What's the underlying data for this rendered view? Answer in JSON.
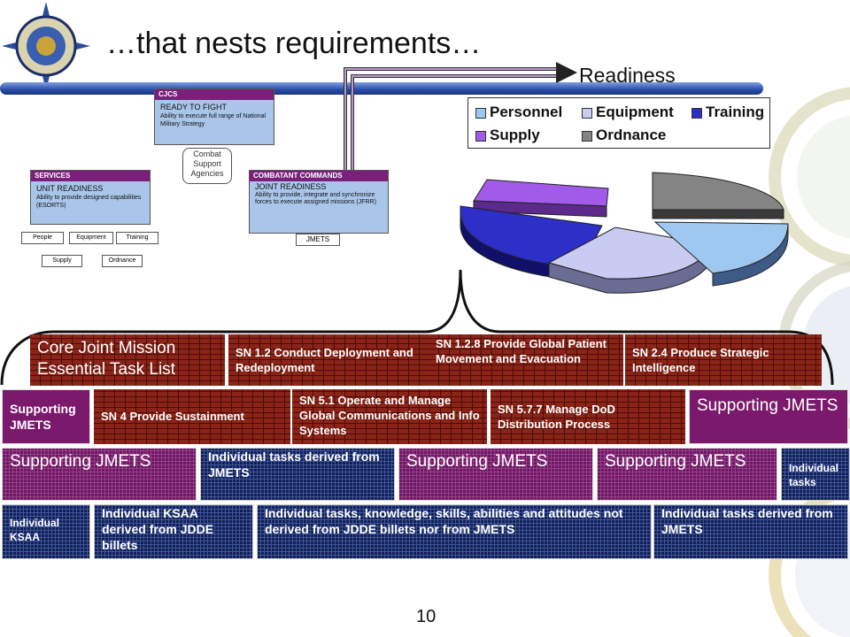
{
  "slide": {
    "title": "…that nests requirements…",
    "page_number": "10"
  },
  "org": {
    "cjcs": {
      "header": "CJCS",
      "title": "READY TO FIGHT",
      "desc": "Ability to execute full range of National Military Strategy"
    },
    "combat_support": "Combat Support Agencies",
    "services": {
      "header": "SERVICES",
      "title": "UNIT READINESS",
      "desc": "Ability to provide designed capabilities (ESORTS)"
    },
    "combatant": {
      "header": "COMBATANT COMMANDS",
      "title": "JOINT READINESS",
      "desc": "Ability to provide, integrate and synchronize forces to execute assigned missions (JFRR)"
    },
    "jmets": "JMETS",
    "pills": [
      "People",
      "Equipment",
      "Training",
      "Supply",
      "Ordnance"
    ]
  },
  "readiness": {
    "title": "Readiness",
    "legend": [
      {
        "label": "Personnel",
        "color": "#9ec8f0"
      },
      {
        "label": "Equipment",
        "color": "#c9cbf2"
      },
      {
        "label": "Training",
        "color": "#2e2ec8"
      },
      {
        "label": "Supply",
        "color": "#a25ae8"
      },
      {
        "label": "Ordnance",
        "color": "#848484"
      }
    ]
  },
  "tasks": {
    "row1": [
      "Core Joint Mission Essential Task List",
      "SN 1.2 Conduct Deployment and Redeployment",
      "SN 1.2.8  Provide Global Patient Movement and Evacuation",
      "SN 2.4  Produce Strategic Intelligence"
    ],
    "row2": [
      "Supporting JMETS",
      "SN 4  Provide Sustainment",
      "SN 5.1 Operate and Manage Global Communications and Info Systems",
      "SN 5.7.7  Manage DoD Distribution Process",
      "Supporting JMETS"
    ],
    "row3": [
      "Supporting JMETS",
      "Individual tasks derived from JMETS",
      "Supporting JMETS",
      "Supporting JMETS",
      "Individual tasks"
    ],
    "row4": [
      "Individual KSAA",
      "Individual KSAA derived from JDDE billets",
      "Individual tasks, knowledge, skills, abilities and attitudes not derived from JDDE billets nor from JMETS",
      "Individual tasks derived from JMETS"
    ]
  }
}
